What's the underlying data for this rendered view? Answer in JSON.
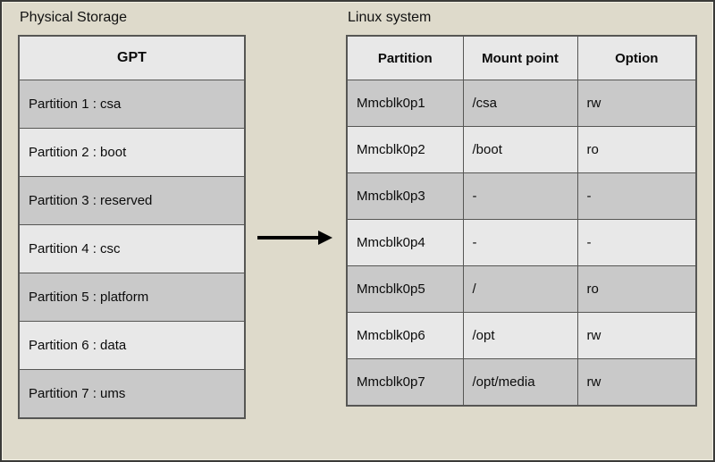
{
  "diagram": {
    "background_color": "#dedacb",
    "frame_border_color": "#3a3a38",
    "row_dark_color": "#c9c9c9",
    "row_light_color": "#e8e8e8",
    "arrow_color": "#000000"
  },
  "physical_storage": {
    "title": "Physical Storage",
    "table_header": "GPT",
    "partitions": [
      {
        "label": "Partition 1 : csa"
      },
      {
        "label": "Partition 2 : boot"
      },
      {
        "label": "Partition 3 : reserved"
      },
      {
        "label": "Partition 4 : csc"
      },
      {
        "label": "Partition 5 : platform"
      },
      {
        "label": "Partition 6 : data"
      },
      {
        "label": "Partition 7 : ums"
      }
    ]
  },
  "linux_system": {
    "title": "Linux system",
    "columns": [
      "Partition",
      "Mount point",
      "Option"
    ],
    "rows": [
      {
        "partition": "Mmcblk0p1",
        "mount_point": "/csa",
        "option": "rw"
      },
      {
        "partition": "Mmcblk0p2",
        "mount_point": "/boot",
        "option": "ro"
      },
      {
        "partition": "Mmcblk0p3",
        "mount_point": "-",
        "option": "-"
      },
      {
        "partition": "Mmcblk0p4",
        "mount_point": "-",
        "option": "-"
      },
      {
        "partition": "Mmcblk0p5",
        "mount_point": "/",
        "option": "ro"
      },
      {
        "partition": "Mmcblk0p6",
        "mount_point": "/opt",
        "option": "rw"
      },
      {
        "partition": "Mmcblk0p7",
        "mount_point": "/opt/media",
        "option": "rw"
      }
    ]
  },
  "connector": {
    "icon": "arrow-right-icon"
  }
}
